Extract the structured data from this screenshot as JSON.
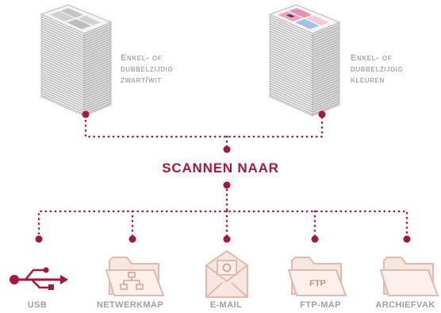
{
  "sources": {
    "bw": {
      "lines": [
        "Enkel- of",
        "dubbelzijdig",
        "zwart/wit"
      ]
    },
    "color": {
      "lines": [
        "Enkel- of",
        "dubbelzijdig",
        "kleuren"
      ]
    }
  },
  "center_title": "SCANNEN NAAR",
  "destinations": {
    "usb": "USB",
    "network": "NETWERKMAP",
    "email": "E-MAIL",
    "ftp": "FTP-MAP",
    "archive": "ARCHIEFVAK"
  },
  "icon_text": {
    "ftp": "FTP"
  },
  "colors": {
    "accent": "#a8163f",
    "icon": "#e8c8bd",
    "label_gray": "#a9a9a9"
  }
}
